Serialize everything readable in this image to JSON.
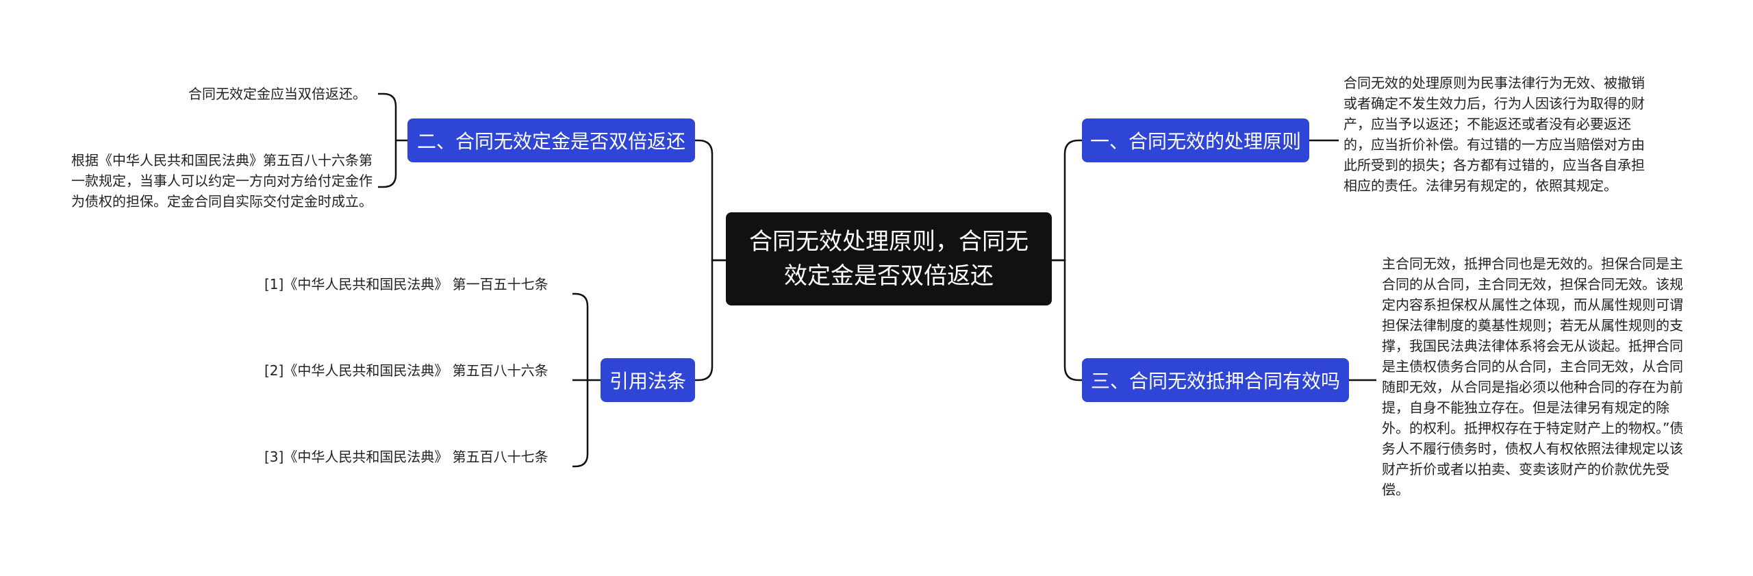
{
  "root": {
    "title": "合同无效处理原则，合同无效定金是否双倍返还"
  },
  "branches": {
    "b1": {
      "label": "一、合同无效的处理原则"
    },
    "b2": {
      "label": "二、合同无效定金是否双倍返还"
    },
    "b3": {
      "label": "三、合同无效抵押合同有效吗"
    },
    "b4": {
      "label": "引用法条"
    }
  },
  "leaves": {
    "b1_1": "合同无效的处理原则为民事法律行为无效、被撤销或者确定不发生效力后，行为人因该行为取得的财产，应当予以返还；不能返还或者没有必要返还的，应当折价补偿。有过错的一方应当赔偿对方由此所受到的损失；各方都有过错的，应当各自承担相应的责任。法律另有规定的，依照其规定。",
    "b2_1": "合同无效定金应当双倍返还。",
    "b2_2": "根据《中华人民共和国民法典》第五百八十六条第一款规定，当事人可以约定一方向对方给付定金作为债权的担保。定金合同自实际交付定金时成立。",
    "b3_1": " 主合同无效，抵押合同也是无效的。担保合同是主合同的从合同，主合同无效，担保合同无效。该规定内容系担保权从属性之体现，而从属性规则可谓担保法律制度的奠基性规则；若无从属性规则的支撑，我国民法典法律体系将会无从谈起。抵押合同是主债权债务合同的从合同，主合同无效，从合同随即无效，从合同是指必须以他种合同的存在为前提，自身不能独立存在。但是法律另有规定的除外。的权利。抵押权存在于特定财产上的物权。”债务人不履行债务时，债权人有权依照法律规定以该财产折价或者以拍卖、变卖该财产的价款优先受偿。",
    "b4_1": "[1]《中华人民共和国民法典》 第一百五十七条",
    "b4_2": "[2]《中华人民共和国民法典》 第五百八十六条",
    "b4_3": "[3]《中华人民共和国民法典》 第五百八十七条"
  },
  "colors": {
    "root_bg": "#111111",
    "branch_bg": "#2f45d6",
    "line": "#111111"
  }
}
